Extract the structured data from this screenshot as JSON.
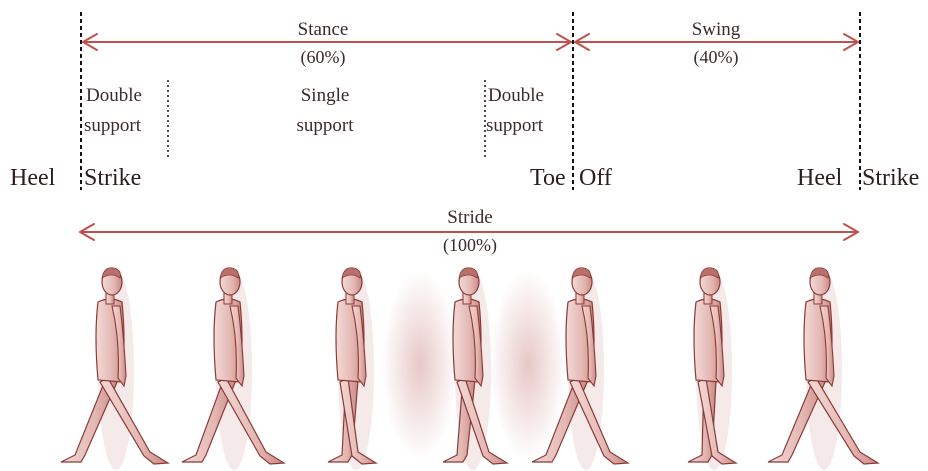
{
  "colors": {
    "arrow": "#c0504d",
    "divider": "#111111",
    "figure_fill": "#e8c4c0",
    "figure_stroke": "#8a3a36",
    "shadow": "#d8a8a6"
  },
  "phases": {
    "stance": {
      "label": "Stance",
      "percent": "(60%)"
    },
    "swing": {
      "label": "Swing",
      "percent": "(40%)"
    },
    "stride": {
      "label": "Stride",
      "percent": "(100%)"
    }
  },
  "support": {
    "double_left": [
      "Double",
      "support"
    ],
    "single": [
      "Single",
      "support"
    ],
    "double_right": [
      "Double",
      "support"
    ]
  },
  "events": {
    "heel_strike_left": [
      "Heel",
      "Strike"
    ],
    "toe_off": [
      "Toe",
      "Off"
    ],
    "heel_strike_right": [
      "Heel",
      "Strike"
    ]
  },
  "figures_count_label": "walking-figures"
}
